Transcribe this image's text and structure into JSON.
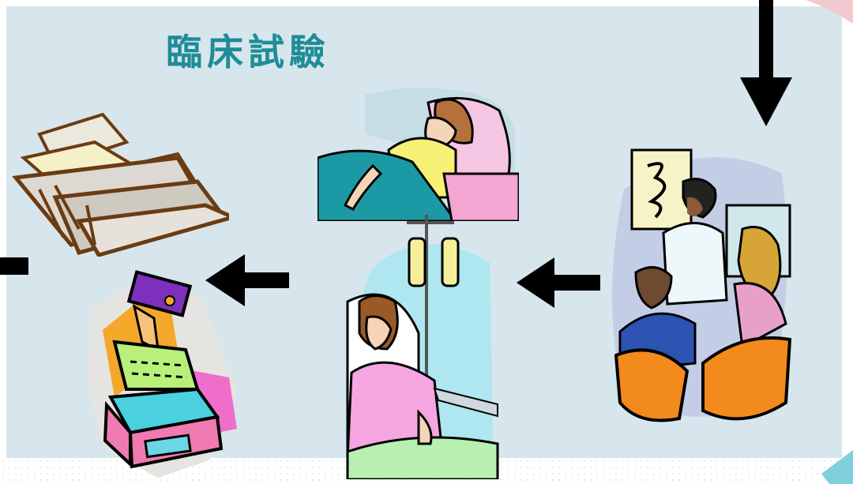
{
  "slide": {
    "title": "臨床試驗",
    "title_color": "#1f8c98",
    "background_color": "#d6e6ec"
  },
  "clipart": [
    {
      "name": "file-folders-icon"
    },
    {
      "name": "card-index-icon"
    },
    {
      "name": "sick-patient-in-bed-icon"
    },
    {
      "name": "patient-with-iv-drip-icon"
    },
    {
      "name": "doctor-consultation-icon"
    }
  ],
  "arrows": [
    {
      "name": "arrow-down-icon",
      "direction": "down"
    },
    {
      "name": "arrow-left-icon",
      "direction": "left"
    },
    {
      "name": "arrow-left-icon",
      "direction": "left"
    },
    {
      "name": "arrow-left-edge-icon",
      "direction": "left"
    }
  ]
}
